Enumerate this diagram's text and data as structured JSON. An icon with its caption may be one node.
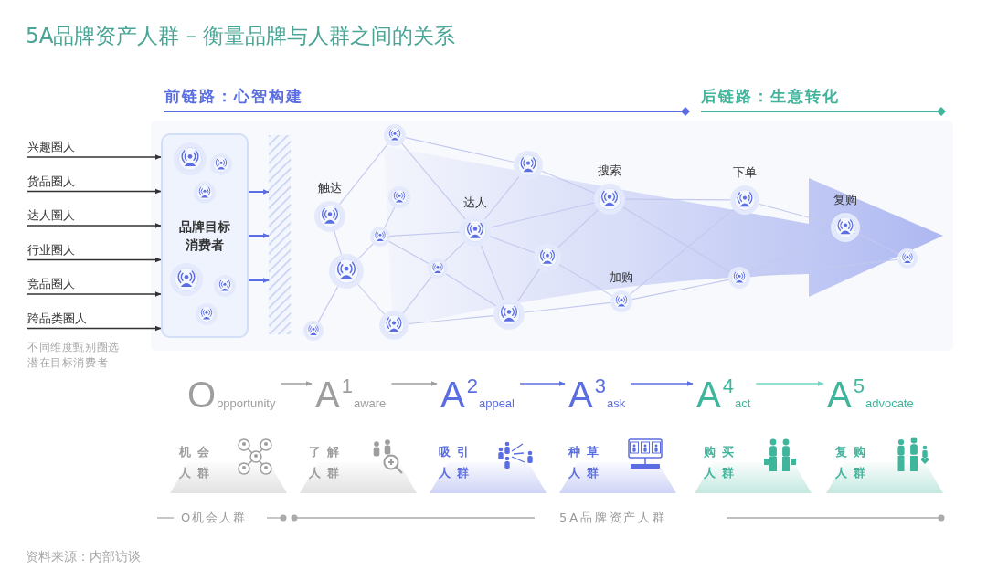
{
  "diagram": {
    "title": "5A品牌资产人群 – 衡量品牌与人群之间的关系",
    "caption": "资料来源：内部访谈",
    "nodes": [
      {
        "text": [
          "兴趣圈人"
        ]
      },
      {
        "text": [
          "货品圈人"
        ]
      },
      {
        "text": [
          "达人圈人"
        ]
      },
      {
        "text": [
          "行业圈人"
        ]
      },
      {
        "text": [
          "竞品圈人"
        ]
      },
      {
        "text": [
          "跨品类圈人"
        ]
      },
      {
        "text": [
          "品牌目标消费者"
        ]
      },
      {
        "text": [],
        "shape": "circle"
      },
      {
        "text": [
          "触达"
        ]
      },
      {
        "text": [],
        "shape": "circle"
      },
      {
        "text": [],
        "shape": "circle"
      },
      {
        "text": [],
        "shape": "circle"
      },
      {
        "text": [],
        "shape": "circle"
      },
      {
        "text": [],
        "shape": "circle"
      },
      {
        "text": [],
        "shape": "circle"
      },
      {
        "text": [
          "达人"
        ]
      },
      {
        "text": [],
        "shape": "circle"
      },
      {
        "text": [],
        "shape": "circle"
      },
      {
        "text": [],
        "shape": "circle"
      },
      {
        "text": [
          "搜索"
        ]
      },
      {
        "text": [
          "加购"
        ]
      },
      {
        "text": [],
        "shape": "circle"
      },
      {
        "text": [
          "下单"
        ]
      },
      {
        "text": [
          "复购"
        ]
      },
      {
        "text": [],
        "shape": "circle"
      },
      {
        "text": [
          "O$_{opportunity}$"
        ]
      },
      {
        "text": [
          "A$^{1}$$_{aware}$"
        ]
      },
      {
        "text": [
          "A$^{2}$$_{appeal}$"
        ]
      },
      {
        "text": [
          "A$^{3}$$_{ask}$"
        ]
      },
      {
        "text": [
          "A$^{4}$$_{act}$"
        ]
      },
      {
        "text": [
          "A$^{5}$$_{advocate}$"
        ]
      },
      {
        "text": [
          "机会人群"
        ]
      },
      {
        "text": [
          "了解人群"
        ]
      },
      {
        "text": [
          "吸引人群"
        ]
      },
      {
        "text": [
          "种草人群"
        ]
      },
      {
        "text": [
          "购买人群"
        ]
      },
      {
        "text": [
          "复购人群"
        ]
      },
      {
        "text": [],
        "shape": "bar"
      }
    ],
    "edges": [
      {
        "from": 0,
        "to": 6,
        "arrow": "to",
        "color": "#333333"
      },
      {
        "from": 1,
        "to": 6,
        "arrow": "to",
        "color": "#333333"
      },
      {
        "from": 2,
        "to": 6,
        "arrow": "to",
        "color": "#333333"
      },
      {
        "from": 3,
        "to": 6,
        "arrow": "to",
        "color": "#333333"
      },
      {
        "from": 4,
        "to": 6,
        "arrow": "to",
        "color": "#333333"
      },
      {
        "from": 5,
        "to": 6,
        "arrow": "to",
        "color": "#333333"
      },
      {
        "from": 12,
        "to": 8,
        "arrow": "none"
      },
      {
        "from": 12,
        "to": 17,
        "arrow": "none"
      },
      {
        "from": 12,
        "to": 15,
        "arrow": "none"
      },
      {
        "from": 17,
        "to": 19,
        "arrow": "none"
      },
      {
        "from": 17,
        "to": 15,
        "arrow": "none"
      },
      {
        "from": 19,
        "to": 22,
        "arrow": "none"
      },
      {
        "from": 19,
        "to": 15,
        "arrow": "none"
      },
      {
        "from": 19,
        "to": 18,
        "arrow": "none"
      },
      {
        "from": 19,
        "to": 21,
        "arrow": "none"
      },
      {
        "from": 22,
        "to": 23,
        "arrow": "none"
      },
      {
        "from": 22,
        "to": 20,
        "arrow": "none"
      },
      {
        "from": 23,
        "to": 24,
        "arrow": "none"
      },
      {
        "from": 23,
        "to": 21,
        "arrow": "none"
      },
      {
        "from": 21,
        "to": 24,
        "arrow": "none"
      },
      {
        "from": 20,
        "to": 21,
        "arrow": "none"
      },
      {
        "from": 13,
        "to": 10,
        "arrow": "none"
      },
      {
        "from": 8,
        "to": 9,
        "arrow": "none"
      },
      {
        "from": 10,
        "to": 15,
        "arrow": "none"
      },
      {
        "from": 10,
        "to": 9,
        "arrow": "none"
      },
      {
        "from": 10,
        "to": 14,
        "arrow": "none"
      },
      {
        "from": 15,
        "to": 14,
        "arrow": "none"
      },
      {
        "from": 15,
        "to": 18,
        "arrow": "none"
      },
      {
        "from": 15,
        "to": 16,
        "arrow": "none"
      },
      {
        "from": 14,
        "to": 11,
        "arrow": "none"
      },
      {
        "from": 14,
        "to": 16,
        "arrow": "none"
      },
      {
        "from": 9,
        "to": 11,
        "arrow": "none"
      },
      {
        "from": 9,
        "to": 7,
        "arrow": "none"
      },
      {
        "from": 11,
        "to": 16,
        "arrow": "none"
      },
      {
        "from": 16,
        "to": 18,
        "arrow": "none"
      },
      {
        "from": 18,
        "to": 20,
        "arrow": "none"
      },
      {
        "from": 16,
        "to": 20,
        "arrow": "none"
      },
      {
        "from": 6,
        "to": 37,
        "arrow": "to",
        "color": "#5b6ee1"
      },
      {
        "from": 6,
        "to": 37,
        "arrow": "to",
        "color": "#5b6ee1"
      },
      {
        "from": 6,
        "to": 37,
        "arrow": "to",
        "color": "#5b6ee1"
      },
      {
        "from": 25,
        "to": 26,
        "arrow": "to",
        "color": "#9e9e9e"
      },
      {
        "from": 26,
        "to": 27,
        "arrow": "to",
        "color": "#9e9e9e"
      },
      {
        "from": 27,
        "to": 28,
        "arrow": "to",
        "color": "#5b6ee1"
      },
      {
        "from": 28,
        "to": 29,
        "arrow": "to",
        "color": "#5b6ee1"
      },
      {
        "from": 29,
        "to": 30,
        "arrow": "to",
        "color": "#6fd6c4"
      }
    ],
    "labels": [
      "前链路：心智构建",
      "后链路：生意转化",
      "不同维度甄别圈选潜在目标消费者",
      "O机会人群",
      "5A品牌资产人群"
    ]
  }
}
